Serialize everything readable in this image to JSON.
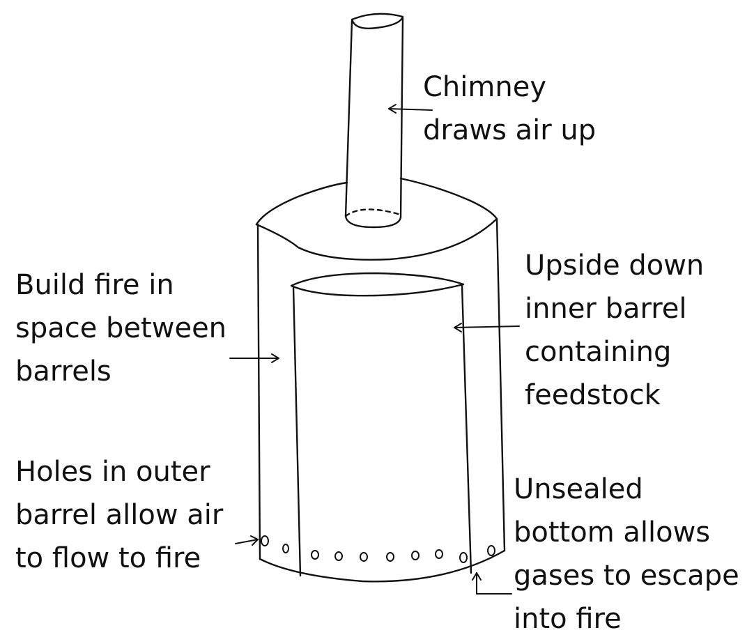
{
  "diagram": {
    "labels": {
      "chimney": [
        "Chimney",
        "draws air up"
      ],
      "build_fire": [
        "Build fire in",
        "space between",
        "barrels"
      ],
      "inner_barrel": [
        "Upside down",
        "inner barrel",
        "containing",
        "feedstock"
      ],
      "holes": [
        "Holes in outer",
        "barrel allow air",
        "to flow to fire"
      ],
      "unsealed_bottom": [
        "Unsealed",
        "bottom allows",
        "gases to escape",
        "into fire"
      ]
    },
    "parts": [
      "chimney",
      "outer-barrel",
      "inner-barrel",
      "air-holes"
    ],
    "colors": {
      "ink": "#111111",
      "paper": "#ffffff"
    }
  }
}
